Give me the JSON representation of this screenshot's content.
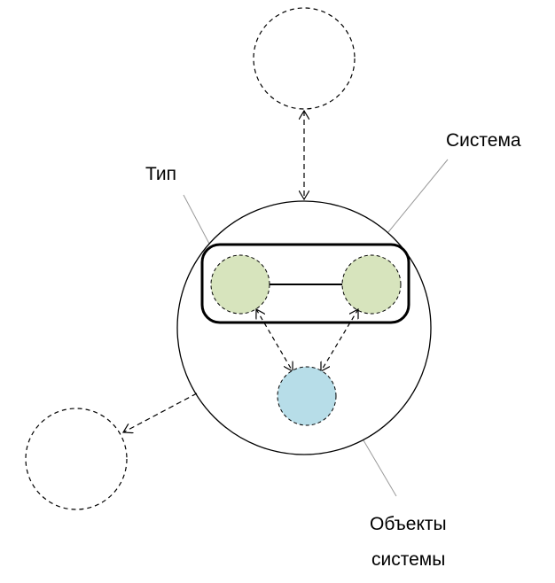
{
  "labels": {
    "type": "Тип",
    "system": "Система",
    "objects_line1": "Объекты",
    "objects_line2": "системы"
  },
  "colors": {
    "background": "#ffffff",
    "stroke": "#000000",
    "leader_line": "#9a9a9a",
    "type_member_fill": "#d7e4bd",
    "object_fill": "#b7dde8"
  }
}
